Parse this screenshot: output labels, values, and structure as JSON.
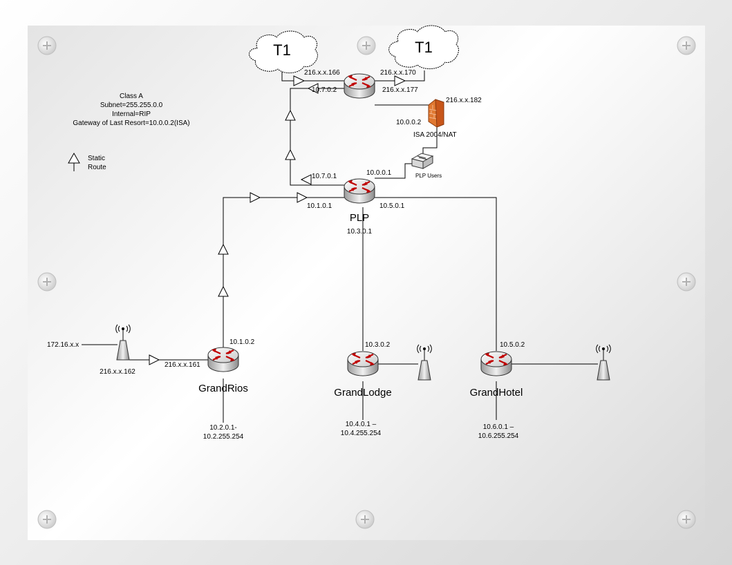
{
  "clouds": [
    {
      "label": "T1"
    },
    {
      "label": "T1"
    }
  ],
  "legend": {
    "info_lines": [
      "Class A",
      "Subnet=255.255.0.0",
      "Internal=RIP",
      "Gateway of Last Resort=10.0.0.2(ISA)"
    ],
    "static_route_lines": [
      "Static",
      "Route"
    ]
  },
  "routers": {
    "edge": {
      "ip_left": "216.x.x.166",
      "ip_right": "216.x.x.170",
      "ip_right_lower": "216.x.x.177",
      "ip_down": "10.7.0.2"
    },
    "plp": {
      "name": "PLP",
      "ip_up": "10.7.0.1",
      "ip_right_up": "10.0.0.1",
      "ip_left": "10.1.0.1",
      "ip_right": "10.5.0.1",
      "ip_down": "10.3.0.1"
    },
    "grandrios": {
      "name": "GrandRios",
      "ip_up": "10.1.0.2",
      "ip_left": "216.x.x.161",
      "range_line1": "10.2.0.1-",
      "range_line2": "10.2.255.254"
    },
    "grandlodge": {
      "name": "GrandLodge",
      "ip_up": "10.3.0.2",
      "range_line1": "10.4.0.1 –",
      "range_line2": "10.4.255.254"
    },
    "grandhotel": {
      "name": "GrandHotel",
      "ip_up": "10.5.0.2",
      "range_line1": "10.6.0.1 –",
      "range_line2": "10.6.255.254"
    }
  },
  "firewall": {
    "ip_public": "216.x.x.182",
    "ip_internal": "10.0.0.2",
    "label": "ISA 2004/NAT"
  },
  "switch": {
    "label": "PLP Users"
  },
  "wireless": {
    "ip_left": "172.16.x.x",
    "ip_below": "216.x.x.162"
  },
  "colors": {
    "router_arrows": "#c00000",
    "firewall": "#e07830",
    "background": "#ececec"
  }
}
